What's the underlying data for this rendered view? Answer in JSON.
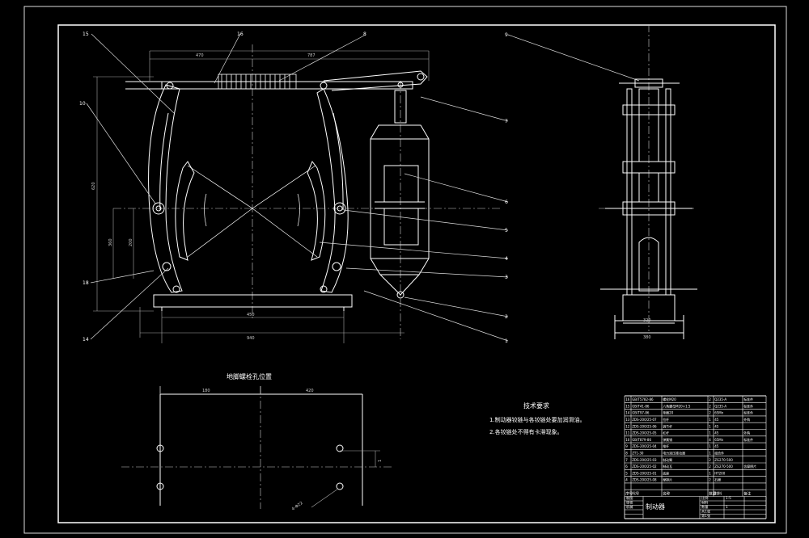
{
  "callouts": {
    "left": [
      "15",
      "10",
      "18",
      "14"
    ],
    "top": [
      "16",
      "8",
      "9"
    ],
    "right": [
      "7",
      "6",
      "5",
      "4",
      "3",
      "2",
      "1"
    ]
  },
  "dims": {
    "top_left": "470",
    "top_right": "787",
    "bottom": "450",
    "bottom_right": "940",
    "side_bottom": "320",
    "side_total": "380",
    "height": "620",
    "h_mid": "360",
    "h_low": "200",
    "hole_top_left": "180",
    "hole_top_right": "420",
    "hole_h": "1",
    "hole_diag": "4-Φ22"
  },
  "hole_section": {
    "title": "地脚螺栓孔位置"
  },
  "tech": {
    "title": "技术要求",
    "items": [
      "1.制动器铰链与各铰链处要加润滑油。",
      "2.各铰链处不得有卡滞现象。"
    ]
  },
  "bom": {
    "header": [
      "序号",
      "代号",
      "名称",
      "数量",
      "材料",
      "备注"
    ],
    "rows": [
      [
        "16",
        "GB/T5782-86",
        "螺栓M20",
        "2",
        "Q235-A",
        "标准件"
      ],
      [
        "15",
        "GB/T41-86",
        "六角螺母M20×1.5",
        "2",
        "Q235-A",
        "标准件"
      ],
      [
        "14",
        "GB/T97-86",
        "垫圈20",
        "2",
        "65Mn",
        "标准件"
      ],
      [
        "13",
        "ZDS-200/25-07",
        "拉杆",
        "1",
        "45",
        "外购"
      ],
      [
        "12",
        "ZDS-200/25-06",
        "调节杆",
        "1",
        "45",
        ""
      ],
      [
        "11",
        "ZDS-200/25-05",
        "杠杆",
        "1",
        "45",
        "外购"
      ],
      [
        "10",
        "GB/T879-86",
        "弹簧销",
        "4",
        "65Mn",
        "标准件"
      ],
      [
        "9",
        "ZDS-200/25-04",
        "推杆",
        "1",
        "45",
        ""
      ],
      [
        "8",
        "ZT1-30",
        "电力液压推动器",
        "1",
        "组合件",
        ""
      ],
      [
        "7",
        "ZDS-200/25-03",
        "制动臂",
        "2",
        "ZG270-500",
        ""
      ],
      [
        "6",
        "ZDS-200/25-02",
        "制动瓦",
        "2",
        "ZG270-500",
        "含摩擦片"
      ],
      [
        "5",
        "ZDS-200/25-01",
        "底座",
        "1",
        "HT200",
        ""
      ],
      [
        "4",
        "ZDS-200/25-08",
        "摩擦片",
        "2",
        "石棉",
        ""
      ]
    ],
    "title_block": {
      "drawing_title": "制动器",
      "scale_label": "比例",
      "scale_value": "1:5",
      "material_label": "材料",
      "qty_label": "数量",
      "qty_value": "1",
      "drawn_label": "制图",
      "checked_label": "审核",
      "school": "机械",
      "sheet": "共1张",
      "sheet2": "第1张"
    }
  }
}
